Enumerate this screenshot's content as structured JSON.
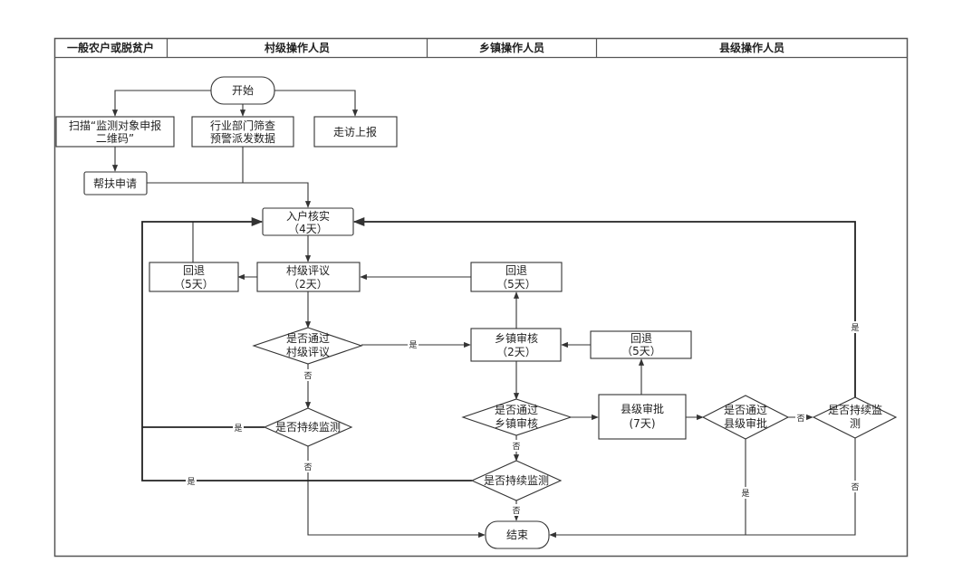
{
  "swimlanes": [
    {
      "id": "household",
      "label": "一般农户或脱贫户"
    },
    {
      "id": "village",
      "label": "村级操作人员"
    },
    {
      "id": "town",
      "label": "乡镇操作人员"
    },
    {
      "id": "county",
      "label": "县级操作人员"
    }
  ],
  "nodes": {
    "start": {
      "label": [
        "开始"
      ],
      "shape": "terminal"
    },
    "scan_qr": {
      "label": [
        "扫描“监测对象申报",
        "二维码”"
      ],
      "shape": "process"
    },
    "industry_screen": {
      "label": [
        "行业部门筛查",
        "预警派发数据"
      ],
      "shape": "process"
    },
    "visit_report": {
      "label": [
        "走访上报"
      ],
      "shape": "process"
    },
    "aid_apply": {
      "label": [
        "帮扶申请"
      ],
      "shape": "process"
    },
    "home_verify": {
      "label": [
        "入户核实",
        "（4天）"
      ],
      "shape": "process"
    },
    "return_village": {
      "label": [
        "回退",
        "（5天）"
      ],
      "shape": "process"
    },
    "village_review": {
      "label": [
        "村级评议",
        "（2天）"
      ],
      "shape": "process"
    },
    "return_town": {
      "label": [
        "回退",
        "（5天）"
      ],
      "shape": "process"
    },
    "pass_village": {
      "label": [
        "是否通过",
        "村级评议"
      ],
      "shape": "decision"
    },
    "town_audit": {
      "label": [
        "乡镇审核",
        "（2天）"
      ],
      "shape": "process"
    },
    "return_county": {
      "label": [
        "回退",
        "（5天）"
      ],
      "shape": "process"
    },
    "continue_village": {
      "label": [
        "是否持续监测"
      ],
      "shape": "decision"
    },
    "pass_town": {
      "label": [
        "是否通过",
        "乡镇审核"
      ],
      "shape": "decision"
    },
    "county_approve": {
      "label": [
        "县级审批",
        "(7天)"
      ],
      "shape": "process"
    },
    "pass_county": {
      "label": [
        "是否通过",
        "县级审批"
      ],
      "shape": "decision"
    },
    "continue_county": {
      "label": [
        "是否持续监",
        "测"
      ],
      "shape": "decision"
    },
    "continue_town": {
      "label": [
        "是否持续监测"
      ],
      "shape": "decision"
    },
    "end": {
      "label": [
        "结束"
      ],
      "shape": "terminal"
    }
  },
  "edge_labels": {
    "yes": "是",
    "no": "否"
  },
  "edges": [
    {
      "from": "start",
      "to": "scan_qr",
      "label": ""
    },
    {
      "from": "start",
      "to": "industry_screen",
      "label": ""
    },
    {
      "from": "start",
      "to": "visit_report",
      "label": ""
    },
    {
      "from": "scan_qr",
      "to": "aid_apply",
      "label": ""
    },
    {
      "from": "aid_apply",
      "to": "home_verify",
      "label": ""
    },
    {
      "from": "industry_screen",
      "to": "home_verify",
      "label": ""
    },
    {
      "from": "home_verify",
      "to": "village_review",
      "label": ""
    },
    {
      "from": "village_review",
      "to": "return_village",
      "label": ""
    },
    {
      "from": "return_village",
      "to": "home_verify",
      "label": ""
    },
    {
      "from": "village_review",
      "to": "pass_village",
      "label": ""
    },
    {
      "from": "pass_village",
      "to": "town_audit",
      "label": "是"
    },
    {
      "from": "pass_village",
      "to": "continue_village",
      "label": "否"
    },
    {
      "from": "continue_village",
      "to": "home_verify",
      "label": "是"
    },
    {
      "from": "continue_village",
      "to": "end",
      "label": "否"
    },
    {
      "from": "town_audit",
      "to": "return_town",
      "label": ""
    },
    {
      "from": "return_town",
      "to": "village_review",
      "label": ""
    },
    {
      "from": "town_audit",
      "to": "pass_town",
      "label": ""
    },
    {
      "from": "pass_town",
      "to": "county_approve",
      "label": ""
    },
    {
      "from": "pass_town",
      "to": "continue_town",
      "label": "否"
    },
    {
      "from": "continue_town",
      "to": "home_verify",
      "label": "是"
    },
    {
      "from": "continue_town",
      "to": "end",
      "label": "否"
    },
    {
      "from": "county_approve",
      "to": "return_county",
      "label": ""
    },
    {
      "from": "return_county",
      "to": "town_audit",
      "label": ""
    },
    {
      "from": "county_approve",
      "to": "pass_county",
      "label": ""
    },
    {
      "from": "pass_county",
      "to": "continue_county",
      "label": "否"
    },
    {
      "from": "pass_county",
      "to": "end",
      "label": "是"
    },
    {
      "from": "continue_county",
      "to": "home_verify",
      "label": "是"
    },
    {
      "from": "continue_county",
      "to": "end",
      "label": "否"
    }
  ],
  "colors": {
    "line": "#333333",
    "frame": "#555555",
    "background": "#ffffff"
  }
}
